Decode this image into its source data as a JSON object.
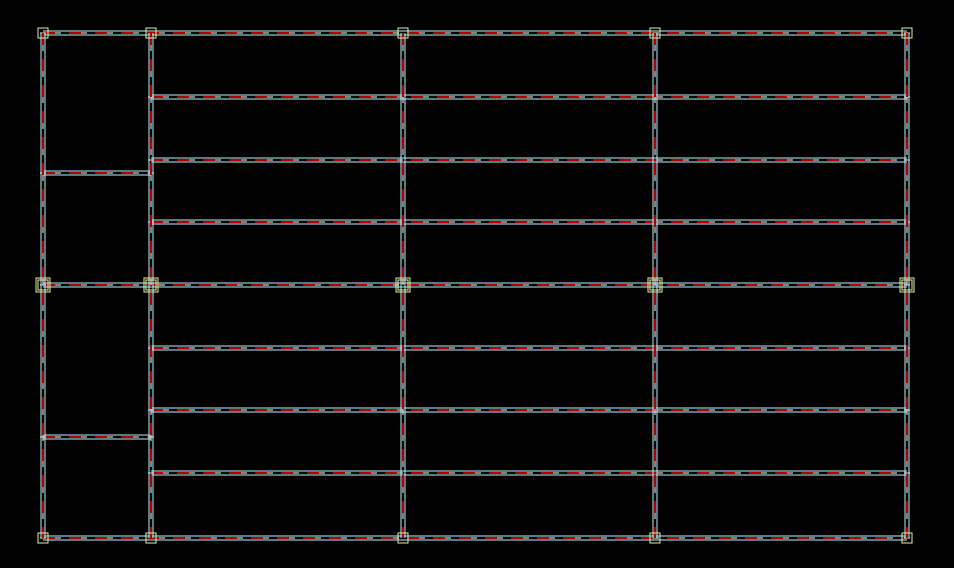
{
  "drawing": {
    "background_color": "#000000",
    "beam_outline_color": "#b8f2ff",
    "centerline_color": "#b00000",
    "centerline_highlight_color": "#ffffff",
    "column_color": "#e8f0a0",
    "grid": {
      "columns_x": [
        43,
        151,
        403,
        655,
        907
      ],
      "rows_y": [
        33,
        285,
        538
      ],
      "left_bay_joist_rows": [
        173,
        437
      ],
      "main_bay_joist_rows": [
        97,
        160,
        222,
        348,
        410,
        473
      ]
    }
  }
}
